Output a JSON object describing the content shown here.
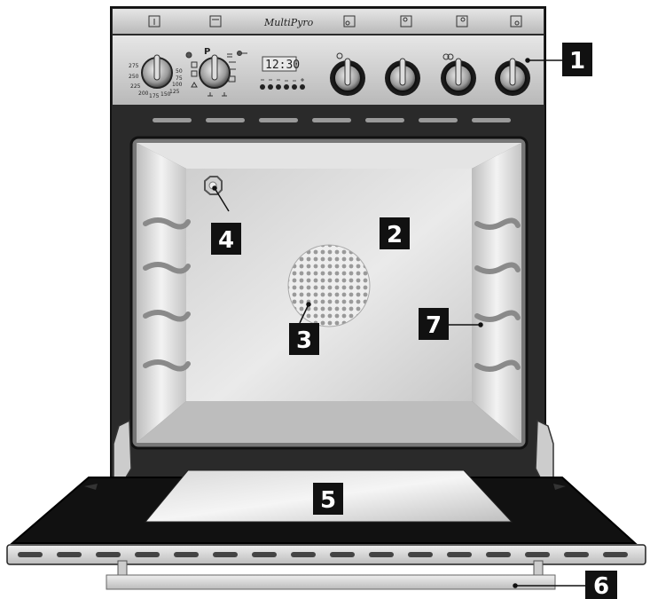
{
  "brand": "MultiPyro",
  "clock_display": "12:30",
  "program_label": "P",
  "temperature_scale": [
    "275",
    "250",
    "225",
    "200",
    "175",
    "150",
    "125",
    "100",
    "75",
    "50"
  ],
  "callouts": [
    {
      "id": "1",
      "number": "1"
    },
    {
      "id": "2",
      "number": "2"
    },
    {
      "id": "3",
      "number": "3"
    },
    {
      "id": "4",
      "number": "4"
    },
    {
      "id": "5",
      "number": "5"
    },
    {
      "id": "6",
      "number": "6"
    },
    {
      "id": "7",
      "number": "7"
    }
  ],
  "colors": {
    "badge": "#111111",
    "panel": "#c9c9c9",
    "door_glass": "#111111",
    "cavity": "#d8d8d8"
  }
}
